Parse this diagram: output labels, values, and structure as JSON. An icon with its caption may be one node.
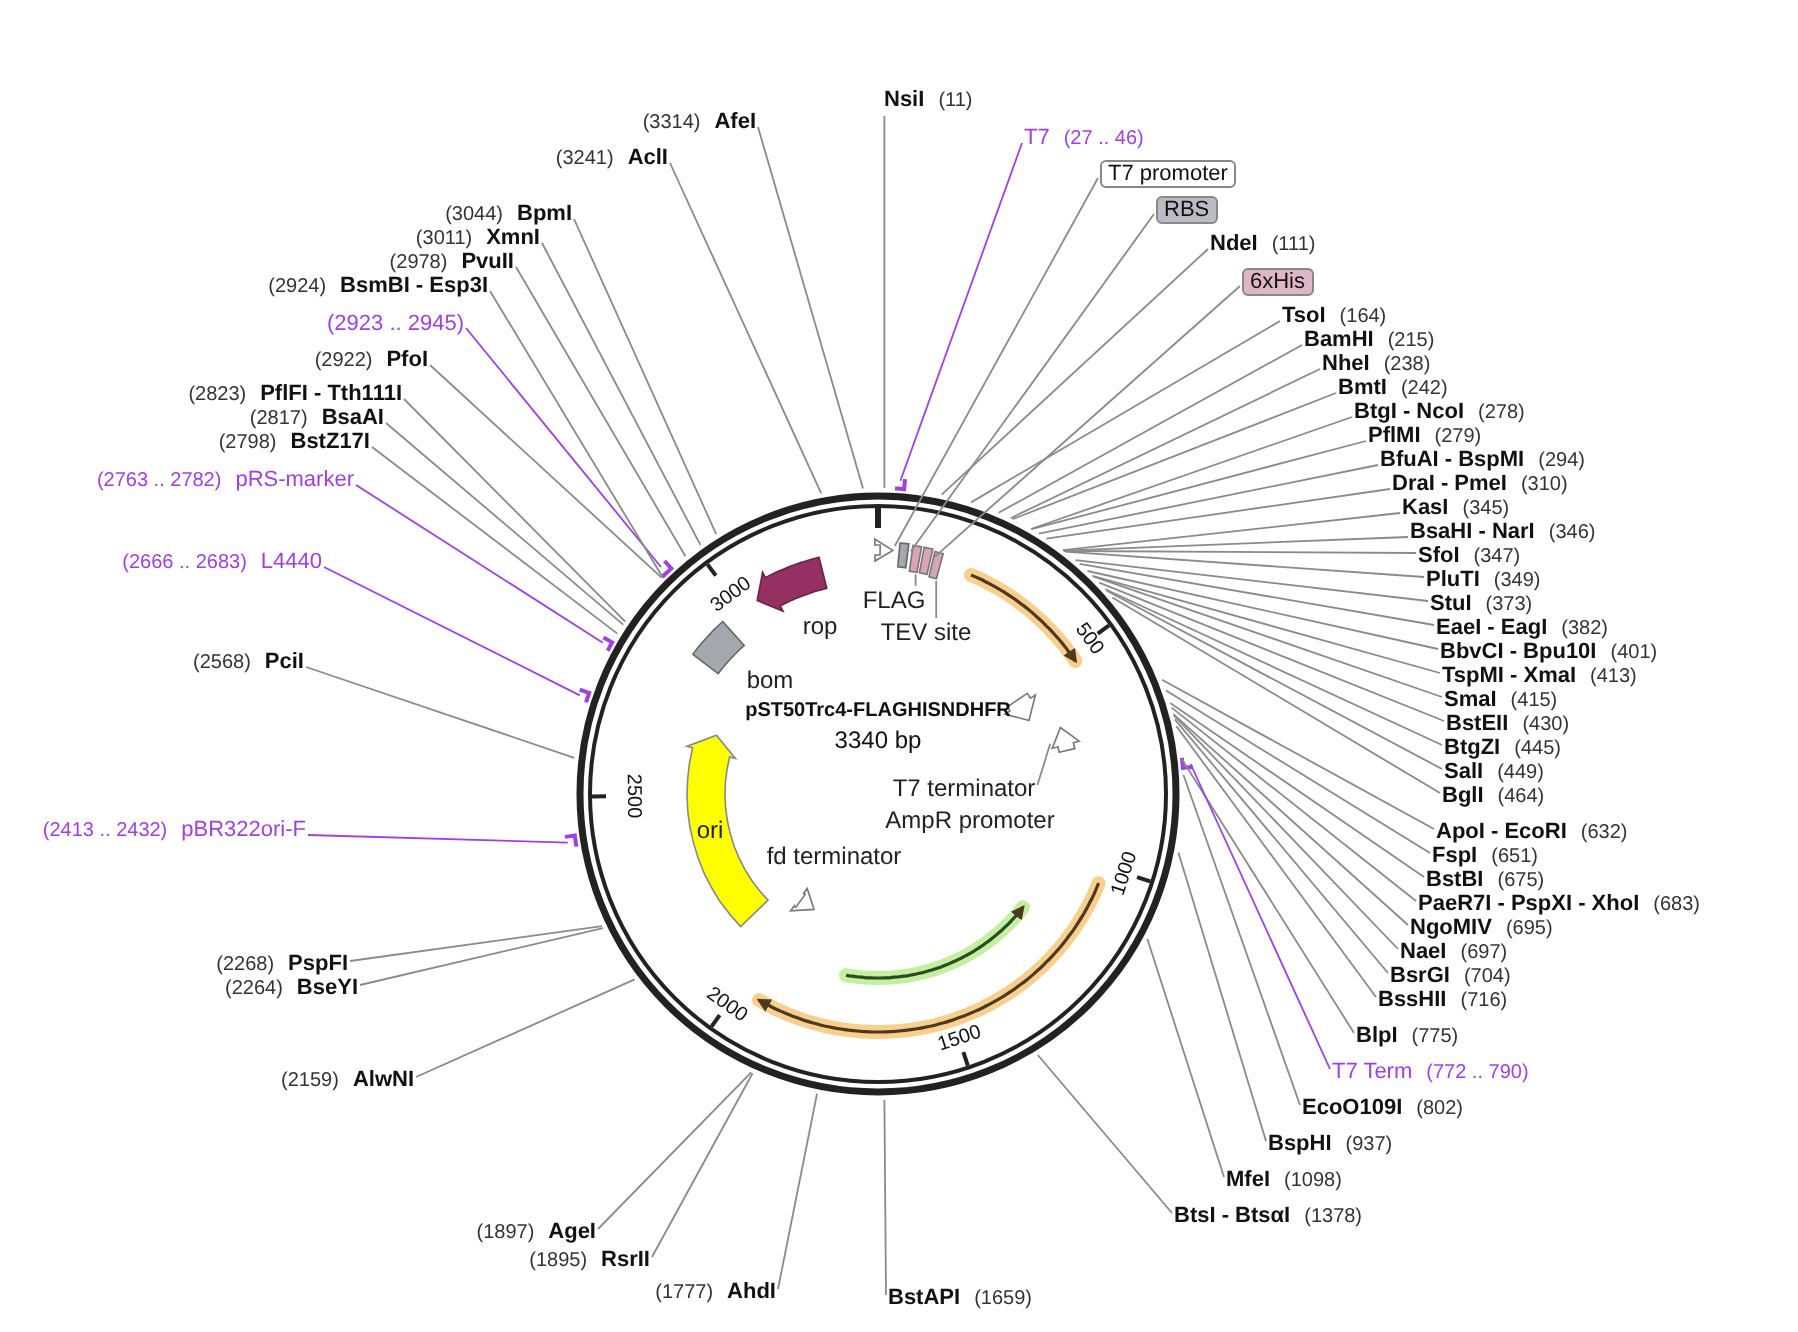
{
  "diagram": {
    "nodes": [
      {
        "text": [
          "NsiI",
          "(11)"
        ]
      },
      {
        "text": [
          "T7",
          "(27 .. 46)"
        ]
      },
      {
        "text": [
          "T7 promoter"
        ]
      },
      {
        "text": [
          "RBS"
        ]
      },
      {
        "text": [
          "NdeI",
          "(111)"
        ]
      },
      {
        "text": [
          "6xHis"
        ]
      },
      {
        "text": [
          "TsoI",
          "(164)"
        ]
      },
      {
        "text": [
          "BamHI",
          "(215)"
        ]
      },
      {
        "text": [
          "NheI",
          "(238)"
        ]
      },
      {
        "text": [
          "BmtI",
          "(242)"
        ]
      },
      {
        "text": [
          "BtgI - NcoI",
          "(278)"
        ]
      },
      {
        "text": [
          "PflMI",
          "(279)"
        ]
      },
      {
        "text": [
          "BfuAI - BspMI",
          "(294)"
        ]
      },
      {
        "text": [
          "DraI - PmeI",
          "(310)"
        ]
      },
      {
        "text": [
          "KasI",
          "(345)"
        ]
      },
      {
        "text": [
          "BsaHI - NarI",
          "(346)"
        ]
      },
      {
        "text": [
          "SfoI",
          "(347)"
        ]
      },
      {
        "text": [
          "PluTI",
          "(349)"
        ]
      },
      {
        "text": [
          "StuI",
          "(373)"
        ]
      },
      {
        "text": [
          "EaeI - EagI",
          "(382)"
        ]
      },
      {
        "text": [
          "BbvCI - Bpu10I",
          "(401)"
        ]
      },
      {
        "text": [
          "TspMI - XmaI",
          "(413)"
        ]
      },
      {
        "text": [
          "SmaI",
          "(415)"
        ]
      },
      {
        "text": [
          "BstEII",
          "(430)"
        ]
      },
      {
        "text": [
          "BtgZI",
          "(445)"
        ]
      },
      {
        "text": [
          "SalI",
          "(449)"
        ]
      },
      {
        "text": [
          "BglI",
          "(464)"
        ]
      },
      {
        "text": [
          "ApoI - EcoRI",
          "(632)"
        ]
      },
      {
        "text": [
          "FspI",
          "(651)"
        ]
      },
      {
        "text": [
          "BstBI",
          "(675)"
        ]
      },
      {
        "text": [
          "PaeR7I - PspXI - XhoI",
          "(683)"
        ]
      },
      {
        "text": [
          "NgoMIV",
          "(695)"
        ]
      },
      {
        "text": [
          "NaeI",
          "(697)"
        ]
      },
      {
        "text": [
          "BsrGI",
          "(704)"
        ]
      },
      {
        "text": [
          "BssHII",
          "(716)"
        ]
      },
      {
        "text": [
          "BlpI",
          "(775)"
        ]
      },
      {
        "text": [
          "T7 Term",
          "(772 .. 790)"
        ]
      },
      {
        "text": [
          "EcoO109I",
          "(802)"
        ]
      },
      {
        "text": [
          "BspHI",
          "(937)"
        ]
      },
      {
        "text": [
          "MfeI",
          "(1098)"
        ]
      },
      {
        "text": [
          "BtsI - BtsαI",
          "(1378)"
        ]
      },
      {
        "text": [
          "BstAPI",
          "(1659)"
        ]
      },
      {
        "text": [
          "(1777)",
          "AhdI"
        ]
      },
      {
        "text": [
          "(1895)",
          "RsrII"
        ]
      },
      {
        "text": [
          "(1897)",
          "AgeI"
        ]
      },
      {
        "text": [
          "(2159)",
          "AlwNI"
        ]
      },
      {
        "text": [
          "(2264)",
          "BseYI"
        ]
      },
      {
        "text": [
          "(2268)",
          "PspFI"
        ]
      },
      {
        "text": [
          "(2413 .. 2432)",
          "pBR322ori-F"
        ]
      },
      {
        "text": [
          "(2568)",
          "PciI"
        ]
      },
      {
        "text": [
          "(2666 .. 2683)",
          "L4440"
        ]
      },
      {
        "text": [
          "(2763 .. 2782)",
          "pRS-marker"
        ]
      },
      {
        "text": [
          "(2798)",
          "BstZ17I"
        ]
      },
      {
        "text": [
          "(2817)",
          "BsaAI"
        ]
      },
      {
        "text": [
          "(2823)",
          "PflFI - Tth111I"
        ]
      },
      {
        "text": [
          "(2922)",
          "PfoI"
        ]
      },
      {
        "text": [
          "(2923 .. 2945)"
        ]
      },
      {
        "text": [
          "(2924)",
          "BsmBI - Esp3I"
        ]
      },
      {
        "text": [
          "(2978)",
          "PvuII"
        ]
      },
      {
        "text": [
          "(3011)",
          "XmnI"
        ]
      },
      {
        "text": [
          "(3044)",
          "BpmI"
        ]
      },
      {
        "text": [
          "(3241)",
          "AclI"
        ]
      },
      {
        "text": [
          "(3314)",
          "AfeI"
        ]
      },
      {
        "text": [
          "FLAG"
        ]
      },
      {
        "text": [
          "TEV site"
        ]
      },
      {
        "text": [
          "T7 terminator"
        ]
      },
      {
        "text": [
          "AmpR promoter"
        ]
      },
      {
        "text": [
          "rop"
        ]
      },
      {
        "text": [
          "bom"
        ]
      },
      {
        "text": [
          "ori"
        ]
      },
      {
        "text": [
          "fd terminator"
        ]
      },
      {
        "text": [],
        "shape": "arrow"
      },
      {
        "text": [],
        "shape": "box"
      },
      {
        "text": [],
        "shape": "box"
      },
      {
        "text": [],
        "shape": "box"
      },
      {
        "text": [],
        "shape": "box"
      },
      {
        "text": [],
        "shape": "arrow"
      },
      {
        "text": [],
        "shape": "arrow"
      },
      {
        "text": [],
        "shape": "arrow"
      }
    ],
    "edges": [
      {
        "from": 0,
        "to": null,
        "arrow": "none"
      },
      {
        "from": 1,
        "to": null,
        "arrow": "none",
        "color": "#a23ee6"
      },
      {
        "from": 2,
        "to": 71,
        "arrow": "none"
      },
      {
        "from": 3,
        "to": 72,
        "arrow": "none"
      },
      {
        "from": 4,
        "to": null,
        "arrow": "none"
      },
      {
        "from": 5,
        "to": 74,
        "arrow": "none"
      },
      {
        "from": 6,
        "to": null,
        "arrow": "none"
      },
      {
        "from": 7,
        "to": null,
        "arrow": "none"
      },
      {
        "from": 8,
        "to": null,
        "arrow": "none"
      },
      {
        "from": 9,
        "to": null,
        "arrow": "none"
      },
      {
        "from": 10,
        "to": null,
        "arrow": "none"
      },
      {
        "from": 11,
        "to": null,
        "arrow": "none"
      },
      {
        "from": 12,
        "to": null,
        "arrow": "none"
      },
      {
        "from": 13,
        "to": null,
        "arrow": "none"
      },
      {
        "from": 14,
        "to": null,
        "arrow": "none"
      },
      {
        "from": 15,
        "to": null,
        "arrow": "none"
      },
      {
        "from": 16,
        "to": null,
        "arrow": "none"
      },
      {
        "from": 17,
        "to": null,
        "arrow": "none"
      },
      {
        "from": 18,
        "to": null,
        "arrow": "none"
      },
      {
        "from": 19,
        "to": null,
        "arrow": "none"
      },
      {
        "from": 20,
        "to": null,
        "arrow": "none"
      },
      {
        "from": 21,
        "to": null,
        "arrow": "none"
      },
      {
        "from": 22,
        "to": null,
        "arrow": "none"
      },
      {
        "from": 23,
        "to": null,
        "arrow": "none"
      },
      {
        "from": 24,
        "to": null,
        "arrow": "none"
      },
      {
        "from": 25,
        "to": null,
        "arrow": "none"
      },
      {
        "from": 26,
        "to": null,
        "arrow": "none"
      },
      {
        "from": 27,
        "to": null,
        "arrow": "none"
      },
      {
        "from": 28,
        "to": null,
        "arrow": "none"
      },
      {
        "from": 29,
        "to": null,
        "arrow": "none"
      },
      {
        "from": 30,
        "to": null,
        "arrow": "none"
      },
      {
        "from": 31,
        "to": null,
        "arrow": "none"
      },
      {
        "from": 32,
        "to": null,
        "arrow": "none"
      },
      {
        "from": 33,
        "to": null,
        "arrow": "none"
      },
      {
        "from": 34,
        "to": null,
        "arrow": "none"
      },
      {
        "from": 35,
        "to": null,
        "arrow": "none"
      },
      {
        "from": 36,
        "to": null,
        "arrow": "none",
        "color": "#a23ee6"
      },
      {
        "from": 37,
        "to": null,
        "arrow": "none"
      },
      {
        "from": 38,
        "to": null,
        "arrow": "none"
      },
      {
        "from": 39,
        "to": null,
        "arrow": "none"
      },
      {
        "from": 40,
        "to": null,
        "arrow": "none"
      },
      {
        "from": 41,
        "to": null,
        "arrow": "none"
      },
      {
        "from": 42,
        "to": null,
        "arrow": "none"
      },
      {
        "from": 43,
        "to": null,
        "arrow": "none"
      },
      {
        "from": 44,
        "to": null,
        "arrow": "none"
      },
      {
        "from": 45,
        "to": null,
        "arrow": "none"
      },
      {
        "from": 46,
        "to": null,
        "arrow": "none"
      },
      {
        "from": 47,
        "to": null,
        "arrow": "none"
      },
      {
        "from": 48,
        "to": null,
        "arrow": "none",
        "color": "#a23ee6"
      },
      {
        "from": 49,
        "to": null,
        "arrow": "none"
      },
      {
        "from": 50,
        "to": null,
        "arrow": "none",
        "color": "#a23ee6"
      },
      {
        "from": 51,
        "to": null,
        "arrow": "none",
        "color": "#a23ee6"
      },
      {
        "from": 52,
        "to": null,
        "arrow": "none"
      },
      {
        "from": 53,
        "to": null,
        "arrow": "none"
      },
      {
        "from": 54,
        "to": null,
        "arrow": "none"
      },
      {
        "from": 55,
        "to": null,
        "arrow": "none"
      },
      {
        "from": 56,
        "to": null,
        "arrow": "none",
        "color": "#a23ee6"
      },
      {
        "from": 57,
        "to": null,
        "arrow": "none"
      },
      {
        "from": 58,
        "to": null,
        "arrow": "none"
      },
      {
        "from": 59,
        "to": null,
        "arrow": "none"
      },
      {
        "from": 60,
        "to": null,
        "arrow": "none"
      },
      {
        "from": 61,
        "to": null,
        "arrow": "none"
      },
      {
        "from": 62,
        "to": null,
        "arrow": "none"
      },
      {
        "from": 63,
        "to": 73,
        "arrow": "none"
      },
      {
        "from": 64,
        "to": 75,
        "arrow": "none"
      },
      {
        "from": 65,
        "to": 76,
        "arrow": "none"
      }
    ],
    "labels": [
      "pST50Trc4-FLAGHISNDHFR",
      "3340 bp",
      "500",
      "1000",
      "1500",
      "2000",
      "2500",
      "3000"
    ]
  }
}
